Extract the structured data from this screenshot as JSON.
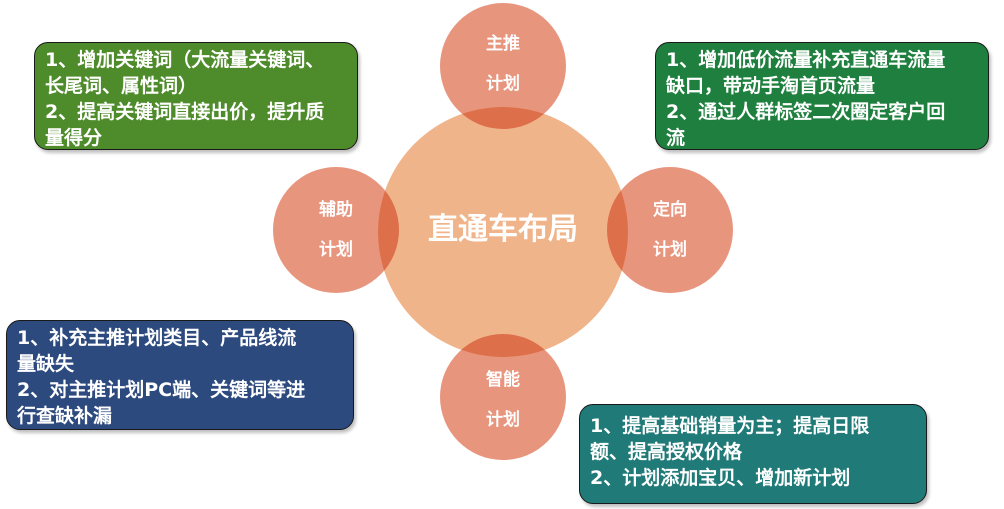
{
  "center": {
    "title": "直通车布局"
  },
  "circles": {
    "top": {
      "line1": "主推",
      "line2": "计划"
    },
    "left": {
      "line1": "辅助",
      "line2": "计划"
    },
    "right": {
      "line1": "定向",
      "line2": "计划"
    },
    "bottom": {
      "line1": "智能",
      "line2": "计划"
    }
  },
  "boxes": {
    "top_left": {
      "color": "#4e8b2a",
      "lines": [
        "1、增加关键词（大流量关键词、",
        "长尾词、属性词）",
        "2、提高关键词直接出价，提升质",
        "量得分"
      ]
    },
    "top_right": {
      "color": "#1e7f3e",
      "lines": [
        "1、增加低价流量补充直通车流量",
        "缺口，带动手淘首页流量",
        "2、通过人群标签二次圈定客户回",
        "流"
      ]
    },
    "bottom_left": {
      "color": "#2d4a7e",
      "lines": [
        "1、补充主推计划类目、产品线流",
        "量缺失",
        "2、对主推计划PC端、关键词等进",
        "行查缺补漏"
      ]
    },
    "bottom_right": {
      "color": "#1f7a78",
      "lines": [
        "1、提高基础销量为主；提高日限",
        "额、提高授权价格",
        "2、计划添加宝贝、增加新计划"
      ]
    }
  },
  "colors": {
    "center_circle": "#f0b48a",
    "satellite_circle": "#e8957e",
    "overlap": "#dd6f4a"
  }
}
